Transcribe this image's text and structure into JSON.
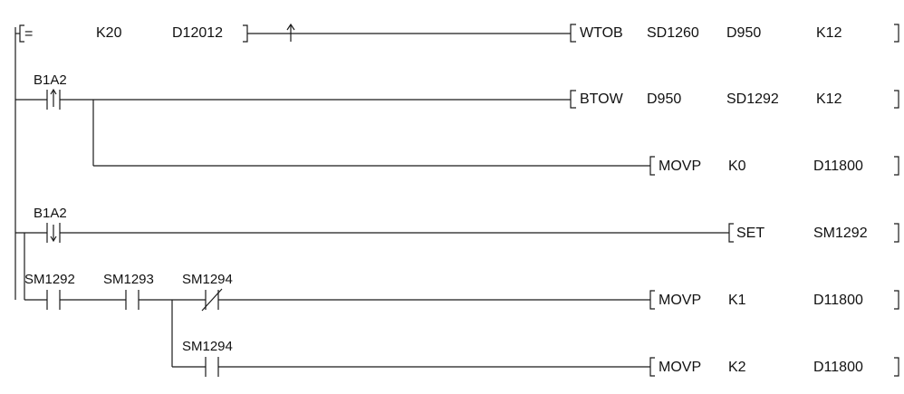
{
  "colors": {
    "line": "#1a1a1a",
    "background": "#ffffff",
    "text": "#111111"
  },
  "rung1": {
    "compare": {
      "op": "=",
      "s1": "K20",
      "s2": "D12012"
    },
    "wtob": {
      "instr": "WTOB",
      "src": "SD1260",
      "dst": "D950",
      "n": "K12"
    }
  },
  "rung2": {
    "contact": {
      "device": "B1A2",
      "type": "rising-edge-contact"
    },
    "btow": {
      "instr": "BTOW",
      "src": "D950",
      "dst": "SD1292",
      "n": "K12"
    },
    "movp": {
      "instr": "MOVP",
      "src": "K0",
      "dst": "D11800"
    }
  },
  "rung3": {
    "contact": {
      "device": "B1A2",
      "type": "falling-edge-contact"
    },
    "set": {
      "instr": "SET",
      "dst": "SM1292"
    }
  },
  "rung4": {
    "c1": {
      "device": "SM1292",
      "type": "no-contact"
    },
    "c2": {
      "device": "SM1293",
      "type": "no-contact"
    },
    "c3": {
      "device": "SM1294",
      "type": "nc-contact"
    },
    "movp1": {
      "instr": "MOVP",
      "src": "K1",
      "dst": "D11800"
    },
    "c4": {
      "device": "SM1294",
      "type": "no-contact"
    },
    "movp2": {
      "instr": "MOVP",
      "src": "K2",
      "dst": "D11800"
    }
  }
}
